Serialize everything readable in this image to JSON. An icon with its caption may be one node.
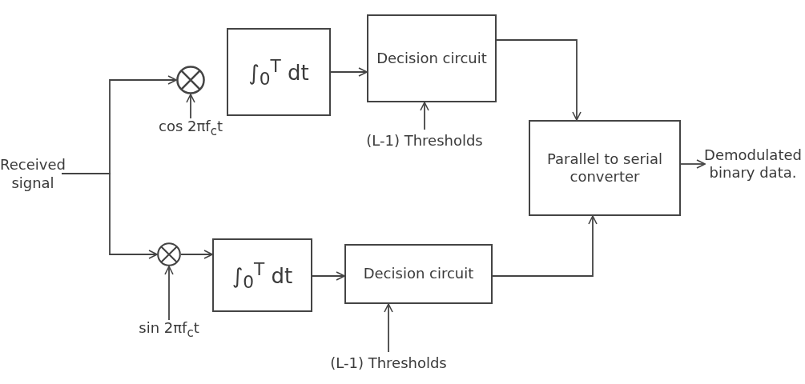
{
  "diagram": {
    "nodes": [
      {
        "text": [
          "Received signal"
        ]
      },
      {
        "text": [],
        "shape": "circle"
      },
      {
        "text": [
          "∫$_{0}$$^{T}$ dt"
        ]
      },
      {
        "text": [
          "Decision circuit"
        ]
      },
      {
        "text": [
          "cos 2πf$_{c}$t"
        ]
      },
      {
        "text": [
          "(L-1) Thresholds"
        ]
      },
      {
        "text": [
          "Parallel to serial converter"
        ]
      },
      {
        "text": [
          "Demodulated binary data."
        ]
      },
      {
        "text": [],
        "shape": "circle"
      },
      {
        "text": [
          "∫$_{0}$$^{T}$ dt"
        ]
      },
      {
        "text": [
          "Decision circuit"
        ]
      },
      {
        "text": [
          "sin 2πf$_{c}$t"
        ]
      },
      {
        "text": [
          "(L-1) Thresholds"
        ]
      }
    ],
    "edges": [
      {
        "from": 0,
        "to": 1,
        "arrow": "to"
      },
      {
        "from": 0,
        "to": 8,
        "arrow": "to"
      },
      {
        "from": 4,
        "to": 1,
        "arrow": "to"
      },
      {
        "from": 2,
        "to": 3,
        "arrow": "to"
      },
      {
        "from": 5,
        "to": 3,
        "arrow": "to"
      },
      {
        "from": 3,
        "to": 6,
        "arrow": "to"
      },
      {
        "from": 6,
        "to": 7,
        "arrow": "to"
      },
      {
        "from": 8,
        "to": 9,
        "arrow": "to"
      },
      {
        "from": 9,
        "to": 10,
        "arrow": "to"
      },
      {
        "from": 10,
        "to": 6,
        "arrow": "to"
      },
      {
        "from": 11,
        "to": 8,
        "arrow": "to"
      },
      {
        "from": 12,
        "to": 10,
        "arrow": "to"
      }
    ]
  }
}
